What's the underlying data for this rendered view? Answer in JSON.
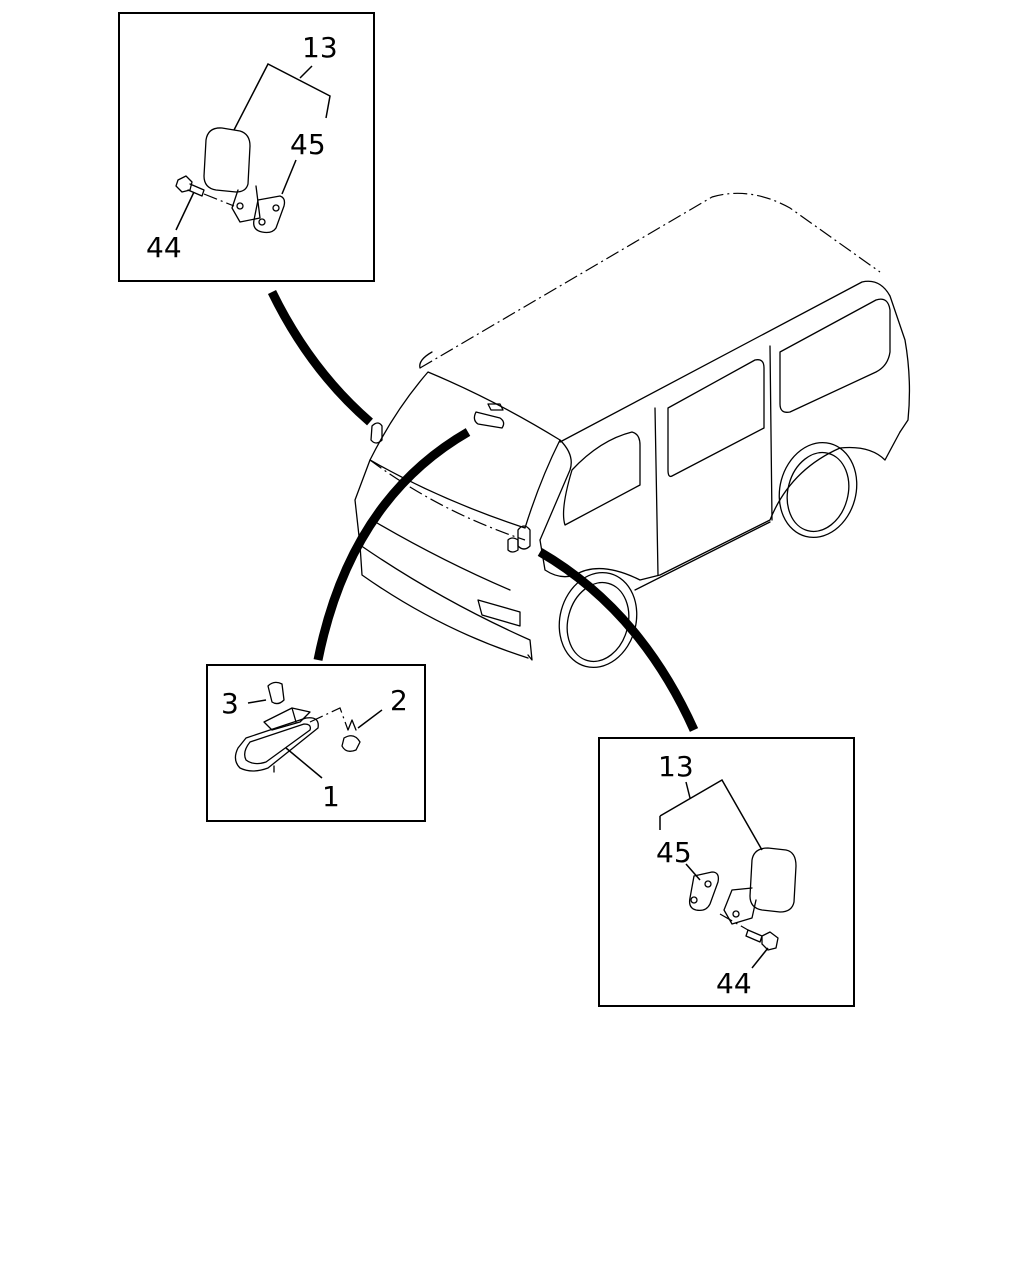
{
  "callouts": {
    "top_left": {
      "mirror": "13",
      "bracket": "45",
      "bolt": "44"
    },
    "center": {
      "mirror": "1",
      "screw": "2",
      "pin": "3"
    },
    "bottom_right": {
      "mirror": "13",
      "bracket": "45",
      "bolt": "44"
    }
  }
}
